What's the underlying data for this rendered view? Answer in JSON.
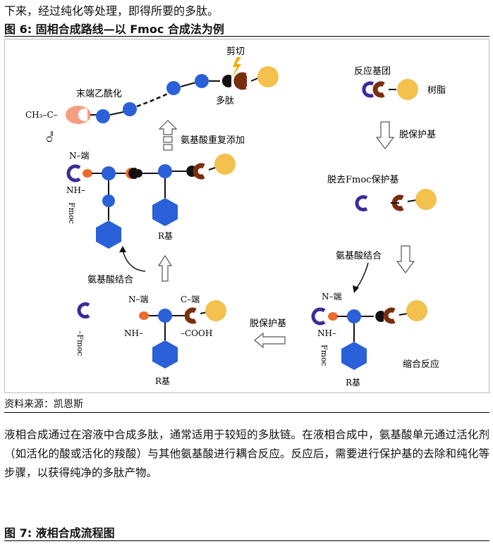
{
  "intro_text": "下来，经过纯化等处理，即得所要的多肽。",
  "figure6": {
    "title": "图 6:  固相合成路线—以 Fmoc 合成法为例",
    "labels": {
      "cut": "剪切",
      "n_acetylation": "末端乙酰化",
      "ch3c": "CH₃–C–",
      "oxygen": "O",
      "equals": "=",
      "peptide": "多肽",
      "repeat_add": "氨基酸重复添加",
      "n_term_left": "N–端",
      "nh_left": "NH–",
      "fmoc_left": "Fmoc",
      "r_base_1": "R基",
      "aa_binding_left": "氨基酸结合",
      "reactive_group": "反应基团",
      "resin": "树脂",
      "deprotect_1": "脱保护基",
      "remove_fmoc": "脱去Fmoc保护基",
      "aa_binding_right": "氨基酸结合",
      "n_term_right": "N–端",
      "nh_right": "NH–",
      "fmoc_right": "Fmoc",
      "r_base_right": "R基",
      "condensation": "缩合反应",
      "deprotect_2": "脱保护基",
      "n_term_mid": "N–端",
      "c_term_mid": "C–端",
      "cooh": "–COOH",
      "nh_mid": "NH–",
      "r_base_mid": "R基",
      "fmoc_free": "–Fmoc"
    },
    "colors": {
      "amino_acid": "#2a60d8",
      "amino_dark": "#1d3fa6",
      "resin": "#f2c14e",
      "linker": "#7a2e0e",
      "fmoc": "#3c2a9c",
      "n_cap": "#ee6a2c",
      "black": "#111111",
      "acetyl": "#f4a080",
      "frame": "#888888"
    },
    "source": "资料来源：凯恩斯"
  },
  "paragraph": "液相合成通过在溶液中合成多肽，通常适用于较短的多肽链。在液相合成中，氨基酸单元通过活化剂（如活化的酸或活化的羧酸）与其他氨基酸进行耦合反应。反应后，需要进行保护基的去除和纯化等步骤，以获得纯净的多肽产物。",
  "figure7": {
    "title": "图 7:  液相合成流程图"
  }
}
